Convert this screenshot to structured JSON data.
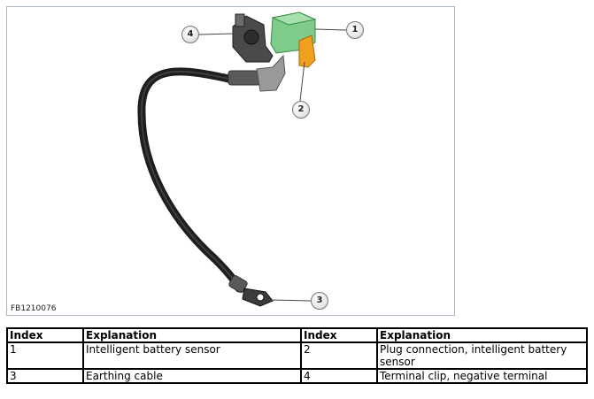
{
  "figure": {
    "code": "FB1210076",
    "callouts": [
      "1",
      "2",
      "3",
      "4"
    ]
  },
  "table": {
    "headers": [
      "Index",
      "Explanation",
      "Index",
      "Explanation"
    ],
    "rows": [
      [
        "1",
        "Intelligent battery sensor",
        "2",
        "Plug connection, intelligent battery sensor"
      ],
      [
        "3",
        "Earthing cable",
        "4",
        "Terminal clip, negative terminal"
      ]
    ]
  },
  "colors": {
    "sensor": "#7ecb8a",
    "plug": "#f0a020",
    "cable": "#2a2a2a"
  }
}
